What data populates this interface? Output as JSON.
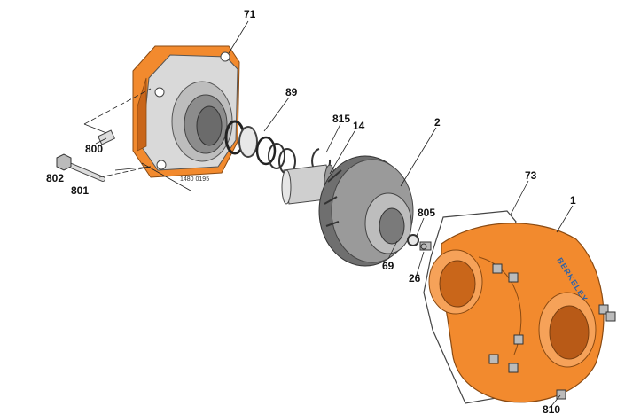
{
  "diagram": {
    "callouts": [
      {
        "id": "c71",
        "text": "71"
      },
      {
        "id": "c89",
        "text": "89"
      },
      {
        "id": "c815",
        "text": "815"
      },
      {
        "id": "c14",
        "text": "14"
      },
      {
        "id": "c2",
        "text": "2"
      },
      {
        "id": "c73",
        "text": "73"
      },
      {
        "id": "c1",
        "text": "1"
      },
      {
        "id": "c800",
        "text": "800"
      },
      {
        "id": "c802",
        "text": "802"
      },
      {
        "id": "c801",
        "text": "801"
      },
      {
        "id": "c805",
        "text": "805"
      },
      {
        "id": "c69",
        "text": "69"
      },
      {
        "id": "c26",
        "text": "26"
      },
      {
        "id": "c810",
        "text": "810"
      }
    ],
    "drawing_number": "1480 0195",
    "brand_text": "BERKELEY"
  },
  "colors": {
    "orange": "#f28a2e",
    "orange_dark": "#c9661a",
    "gray_light": "#d4d4d4",
    "gray_mid": "#9a9a9a",
    "gray_dark": "#555555"
  }
}
